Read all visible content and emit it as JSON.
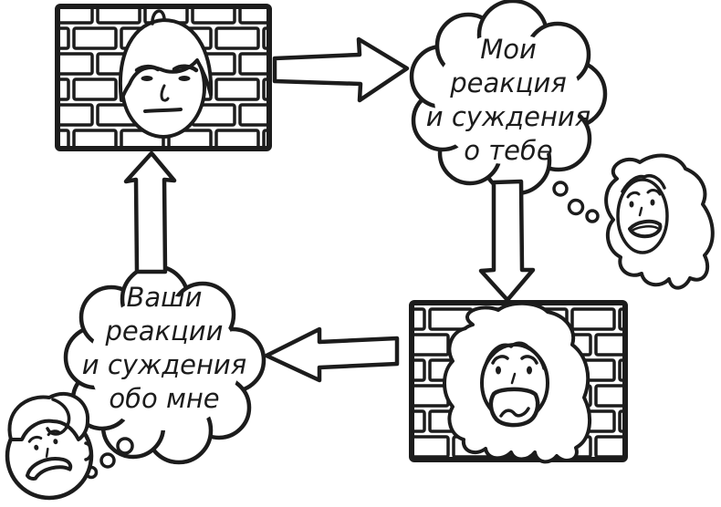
{
  "colors": {
    "background": "#ffffff",
    "ink": "#1c1c1c"
  },
  "thought_cloud_top_right": {
    "lines": [
      "Мои",
      "реакция",
      "и суждения",
      "о тебе"
    ]
  },
  "thought_cloud_bottom_left": {
    "lines": [
      "Ваши",
      "реакции",
      "и суждения",
      "обо мне"
    ]
  }
}
